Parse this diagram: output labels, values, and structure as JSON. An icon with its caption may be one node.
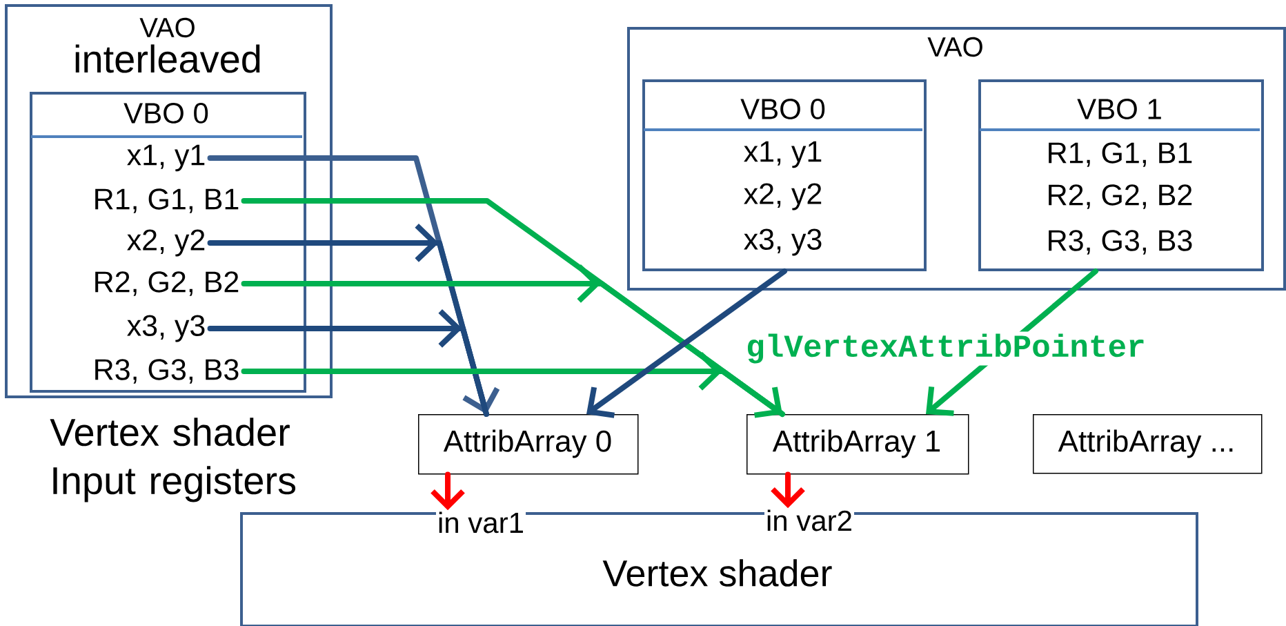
{
  "diagram": {
    "nodes": [
      {
        "text": [
          "VAO",
          "interleaved"
        ]
      },
      {
        "text": [
          "VBO 0"
        ],
        "in": 0
      },
      {
        "text": [
          "x1, y1"
        ],
        "in": 1
      },
      {
        "text": [
          "R1, G1, B1"
        ],
        "in": 1
      },
      {
        "text": [
          "x2, y2"
        ],
        "in": 1
      },
      {
        "text": [
          "R2, G2, B2"
        ],
        "in": 1
      },
      {
        "text": [
          "x3, y3"
        ],
        "in": 1
      },
      {
        "text": [
          "R3, G3, B3"
        ],
        "in": 1
      },
      {
        "text": [
          "VAO"
        ]
      },
      {
        "text": [
          "VBO 0",
          "x1, y1",
          "x2, y2",
          "x3, y3"
        ],
        "in": 8
      },
      {
        "text": [
          "VBO 1",
          "R1, G1, B1",
          "R2, G2, B2",
          "R3, G3, B3"
        ],
        "in": 8
      },
      {
        "text": [
          "AttribArray 0"
        ]
      },
      {
        "text": [
          "AttribArray 1"
        ]
      },
      {
        "text": [
          "AttribArray ..."
        ]
      },
      {
        "text": [
          "Vertex shader"
        ]
      },
      {
        "text": [
          "in var1"
        ],
        "in": 14
      },
      {
        "text": [
          "in var2"
        ],
        "in": 14
      }
    ],
    "edges": [
      {
        "from": 2,
        "to": 11,
        "arrow": "to",
        "color": "#3c5f8f"
      },
      {
        "from": 4,
        "to": 11,
        "arrow": "to",
        "color": "#1f497d"
      },
      {
        "from": 6,
        "to": 11,
        "arrow": "to",
        "color": "#1f497d"
      },
      {
        "from": 3,
        "to": 12,
        "arrow": "to",
        "color": "#00b050"
      },
      {
        "from": 5,
        "to": 12,
        "arrow": "to",
        "color": "#00b050"
      },
      {
        "from": 7,
        "to": 12,
        "arrow": "to",
        "color": "#00b050"
      },
      {
        "from": 9,
        "to": 11,
        "arrow": "to",
        "color": "#1f497d"
      },
      {
        "from": 10,
        "to": 12,
        "arrow": "to",
        "color": "#00b050"
      },
      {
        "from": 11,
        "to": 15,
        "arrow": "to",
        "color": "#ff0000"
      },
      {
        "from": 12,
        "to": 16,
        "arrow": "to",
        "color": "#ff0000"
      }
    ],
    "labels": [
      "Vertex shader Input registers",
      "glVertexAttribPointer"
    ]
  }
}
